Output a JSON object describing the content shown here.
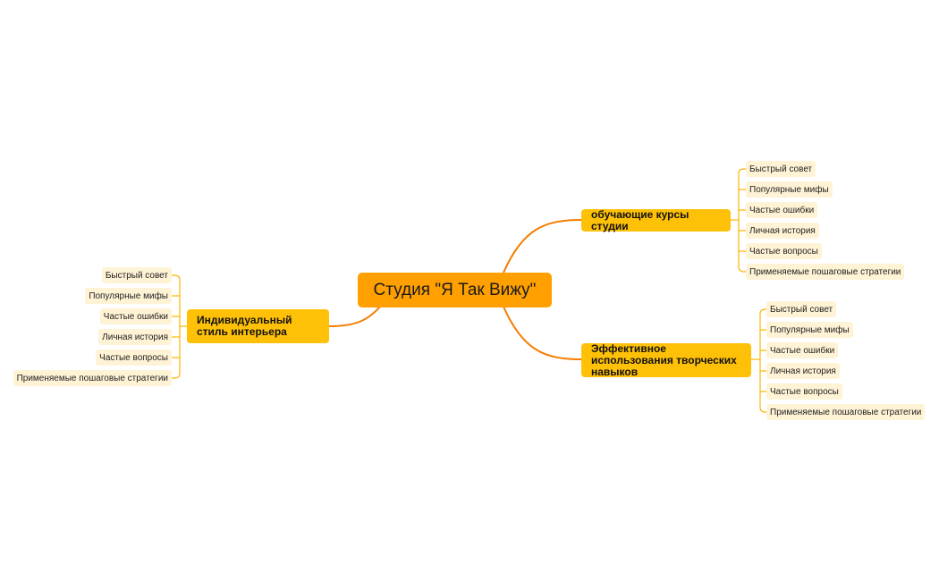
{
  "central": {
    "label": "Студия \"Я Так Вижу\""
  },
  "branches": {
    "top_right": {
      "label": "обучающие курсы студии",
      "children": [
        "Быстрый совет",
        "Популярные мифы",
        "Частые ошибки",
        "Личная история",
        "Частые вопросы",
        "Применяемые пошаговые стратегии"
      ]
    },
    "bottom_right": {
      "label": "Эффективное использования творческих навыков",
      "children": [
        "Быстрый совет",
        "Популярные мифы",
        "Частые ошибки",
        "Личная история",
        "Частые вопросы",
        "Применяемые пошаговые стратегии"
      ]
    },
    "left": {
      "label": "Индивидуальный стиль интерьера",
      "children": [
        "Быстрый совет",
        "Популярные мифы",
        "Частые ошибки",
        "Личная история",
        "Частые вопросы",
        "Применяемые пошаговые стратегии"
      ]
    }
  },
  "colors": {
    "central": "#FFA000",
    "main": "#FFC107",
    "leaf": "#FFF3D6",
    "main_line": "#F57C00",
    "leaf_line": "#FFB300"
  }
}
